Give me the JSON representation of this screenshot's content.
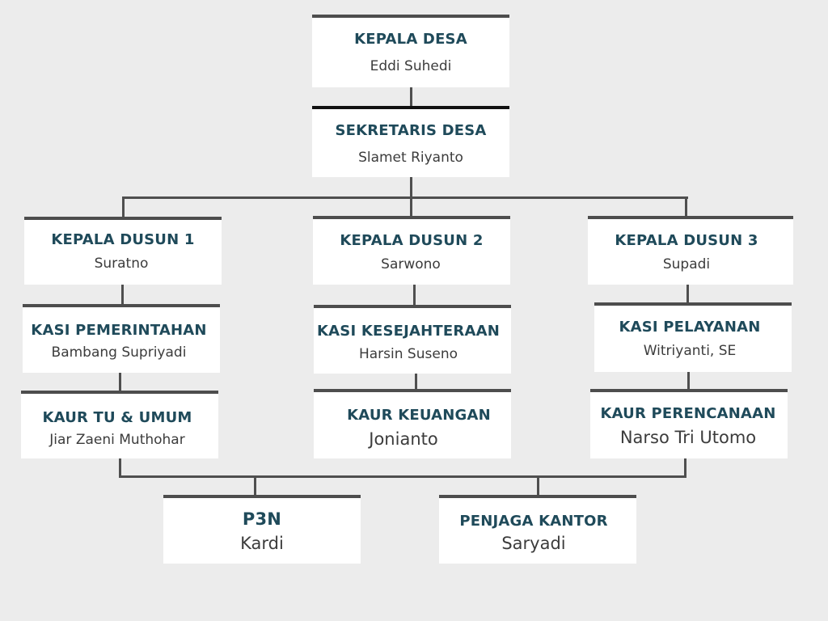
{
  "org": {
    "kepala_desa": {
      "title": "KEPALA DESA",
      "name": "Eddi Suhedi"
    },
    "sekretaris_desa": {
      "title": "SEKRETARIS DESA",
      "name": "Slamet Riyanto"
    },
    "kepala_dusun_1": {
      "title": "KEPALA DUSUN 1",
      "name": "Suratno"
    },
    "kepala_dusun_2": {
      "title": "KEPALA DUSUN 2",
      "name": "Sarwono"
    },
    "kepala_dusun_3": {
      "title": "KEPALA DUSUN 3",
      "name": "Supadi"
    },
    "kasi_pemerintahan": {
      "title": "KASI PEMERINTAHAN",
      "name": "Bambang Supriyadi"
    },
    "kasi_kesejahteraan": {
      "title": "KASI KESEJAHTERAAN",
      "name": "Harsin Suseno"
    },
    "kasi_pelayanan": {
      "title": "KASI PELAYANAN",
      "name": "Witriyanti, SE"
    },
    "kaur_tu_umum": {
      "title": "KAUR TU & UMUM",
      "name": "Jiar Zaeni Muthohar"
    },
    "kaur_keuangan": {
      "title": "KAUR KEUANGAN",
      "name": "Jonianto"
    },
    "kaur_perencanaan": {
      "title": "KAUR PERENCANAAN",
      "name": "Narso Tri Utomo"
    },
    "p3n": {
      "title": "P3N",
      "name": "Kardi"
    },
    "penjaga_kantor": {
      "title": "PENJAGA KANTOR",
      "name": "Saryadi"
    }
  }
}
